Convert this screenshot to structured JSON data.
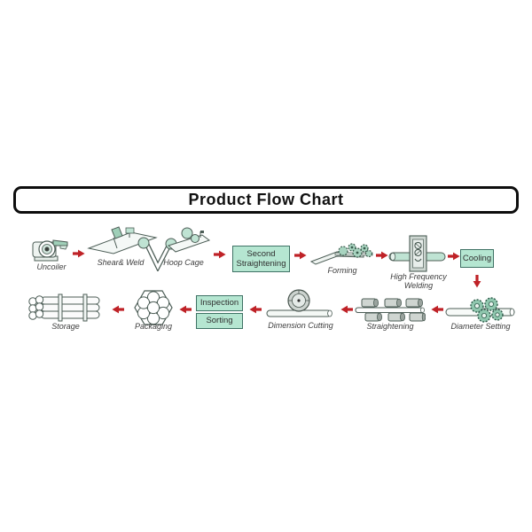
{
  "title": "Product Flow Chart",
  "colors": {
    "box_fill": "#b5e6d1",
    "box_border": "#3f7265",
    "arrow_red": "#bf2227",
    "icon_outline": "#4c5d56",
    "icon_mint": "#bfe3d3"
  },
  "stations": {
    "top": [
      {
        "label": "Uncoiler"
      },
      {
        "label": "Shear& Weld"
      },
      {
        "label": "Hoop Cage"
      },
      {
        "label": "Second\nStraightening"
      },
      {
        "label": "Forming"
      },
      {
        "label": "High Frequency\nWelding"
      },
      {
        "label": "Cooling"
      }
    ],
    "bottom": [
      {
        "label": "Diameter Setting"
      },
      {
        "label": "Straightening"
      },
      {
        "label": "Dimension Cutting"
      },
      {
        "label": "Inspection"
      },
      {
        "label": "Sorting"
      },
      {
        "label": "Packaging"
      },
      {
        "label": "Storage"
      }
    ]
  }
}
